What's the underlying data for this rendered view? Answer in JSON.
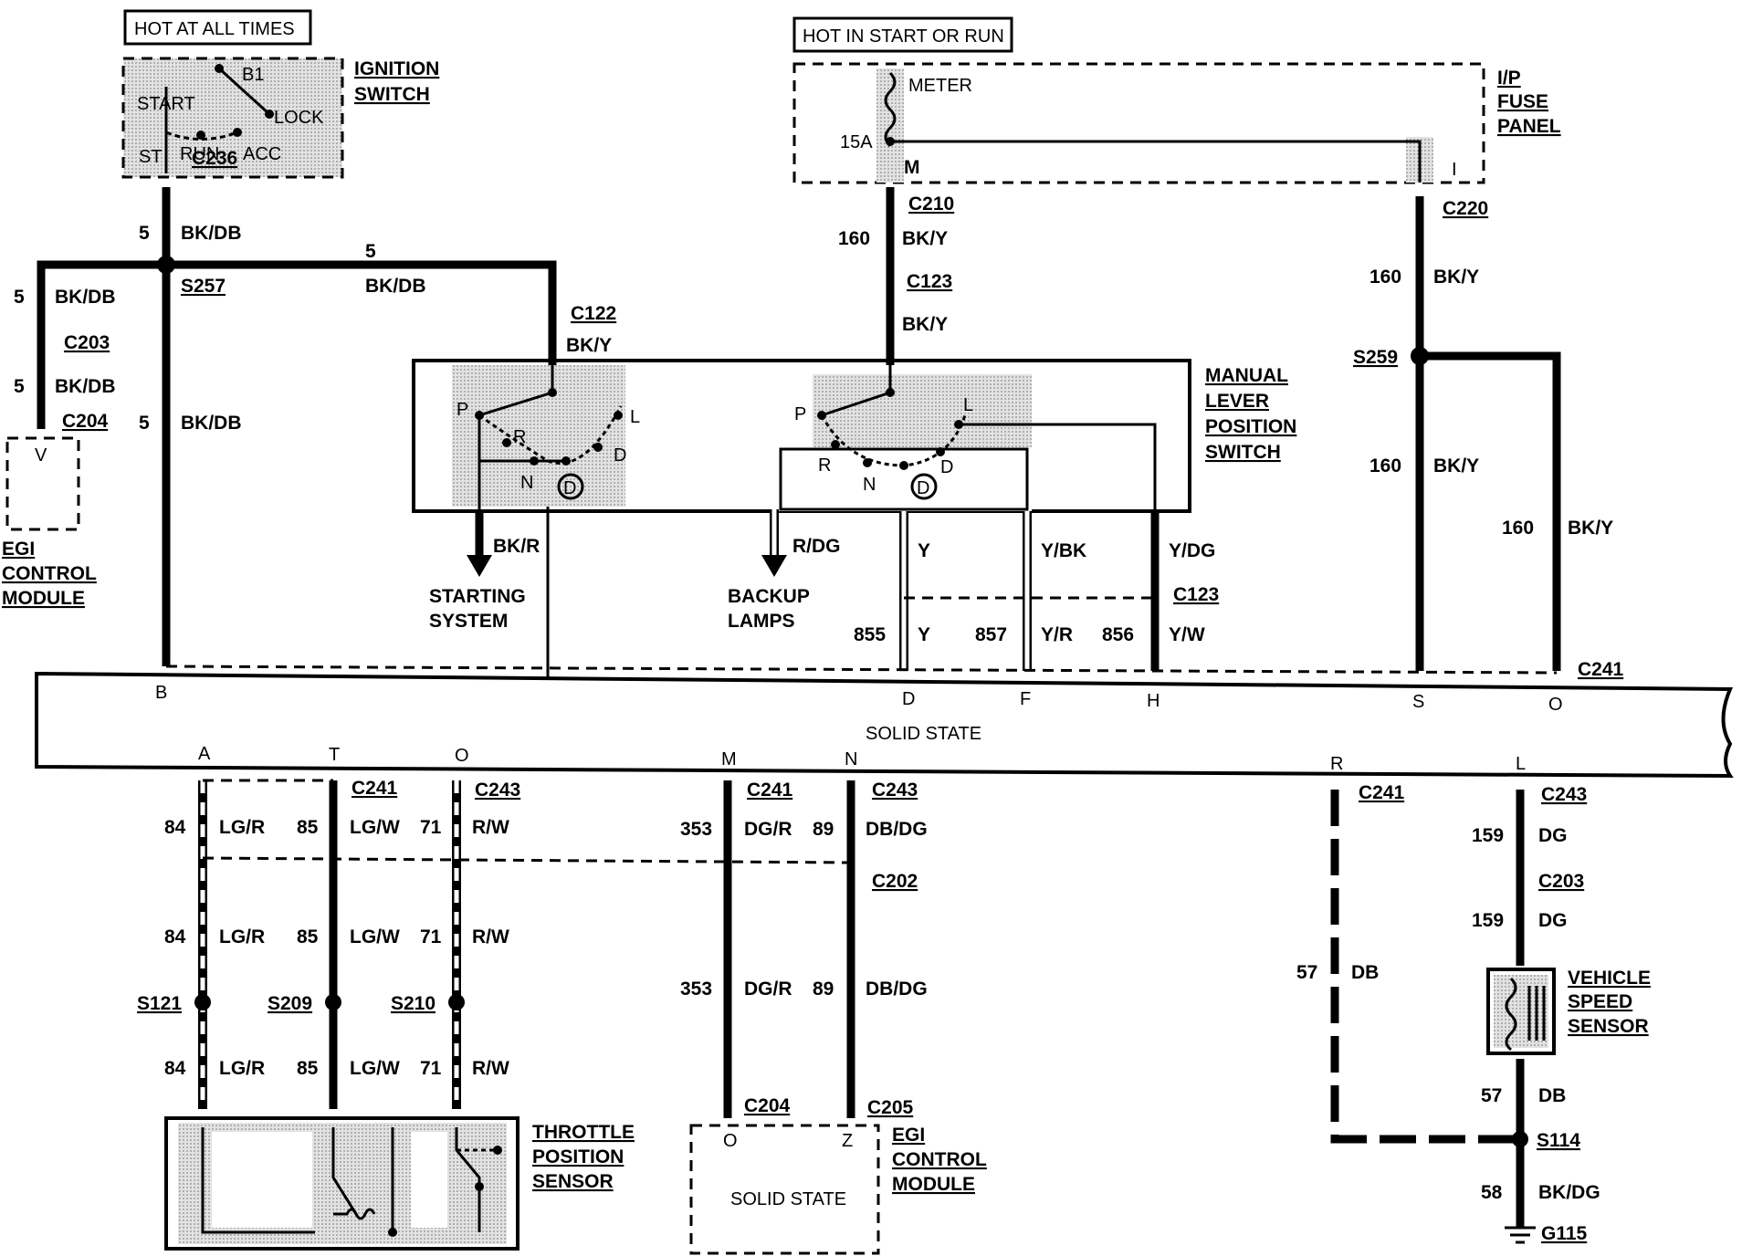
{
  "headers": {
    "hot_always": "HOT AT ALL TIMES",
    "hot_start_run": "HOT IN START OR RUN"
  },
  "ignition_switch": {
    "title": [
      "IGNITION",
      "SWITCH"
    ],
    "positions": [
      "B1",
      "START",
      "LOCK",
      "ST",
      "RUN",
      "ACC"
    ]
  },
  "fuse_panel": {
    "title": [
      "I/P",
      "FUSE",
      "PANEL"
    ],
    "meter": "METER",
    "fuse": "15A",
    "terminal_m": "M",
    "terminal_i": "I"
  },
  "mlps": {
    "title": [
      "MANUAL",
      "LEVER",
      "POSITION",
      "SWITCH"
    ],
    "left_positions": [
      "P",
      "R",
      "N",
      "D",
      "L"
    ],
    "right_positions": [
      "P",
      "R",
      "N",
      "D",
      "L"
    ],
    "overdrive": "D"
  },
  "egi_left": {
    "pin": "V",
    "title": [
      "EGI",
      "CONTROL",
      "MODULE"
    ]
  },
  "egi_bottom": {
    "pins": [
      "O",
      "Z"
    ],
    "body": "SOLID STATE",
    "title": [
      "EGI",
      "CONTROL",
      "MODULE"
    ]
  },
  "main_module": {
    "body": "SOLID STATE",
    "top_pins": [
      "B",
      "D",
      "F",
      "H",
      "S",
      "O"
    ],
    "bottom_pins": [
      "A",
      "T",
      "O",
      "M",
      "N",
      "R",
      "L"
    ],
    "connector_c241": "C241"
  },
  "outputs": {
    "starting": [
      "STARTING",
      "SYSTEM"
    ],
    "backup": [
      "BACKUP",
      "LAMPS"
    ]
  },
  "sensors": {
    "tps": [
      "THROTTLE",
      "POSITION",
      "SENSOR"
    ],
    "vss": [
      "VEHICLE",
      "SPEED",
      "SENSOR"
    ]
  },
  "connectors": {
    "c236": "C236",
    "c203": "C203",
    "c204": "C204",
    "c122": "C122",
    "c210": "C210",
    "c123": "C123",
    "c220": "C220",
    "c241": "C241",
    "c243": "C243",
    "c202": "C202",
    "c205": "C205",
    "c204b": "C204"
  },
  "splices": {
    "s257": "S257",
    "s259": "S259",
    "s121": "S121",
    "s209": "S209",
    "s210": "S210",
    "s114": "S114",
    "g115": "G115"
  },
  "wires": {
    "bkdb": "BK/DB",
    "bky": "BK/Y",
    "bkr": "BK/R",
    "rdg": "R/DG",
    "y": "Y",
    "ybk": "Y/BK",
    "ydg": "Y/DG",
    "yr": "Y/R",
    "yw": "Y/W",
    "lgr": "LG/R",
    "lgw": "LG/W",
    "rw": "R/W",
    "dgr": "DG/R",
    "dbdg": "DB/DG",
    "db": "DB",
    "dg": "DG",
    "bkdg": "BK/DG"
  },
  "circuits": {
    "c5": "5",
    "c160": "160",
    "c855": "855",
    "c857": "857",
    "c856": "856",
    "c84": "84",
    "c85": "85",
    "c71": "71",
    "c353": "353",
    "c89": "89",
    "c57": "57",
    "c159": "159",
    "c58": "58"
  }
}
